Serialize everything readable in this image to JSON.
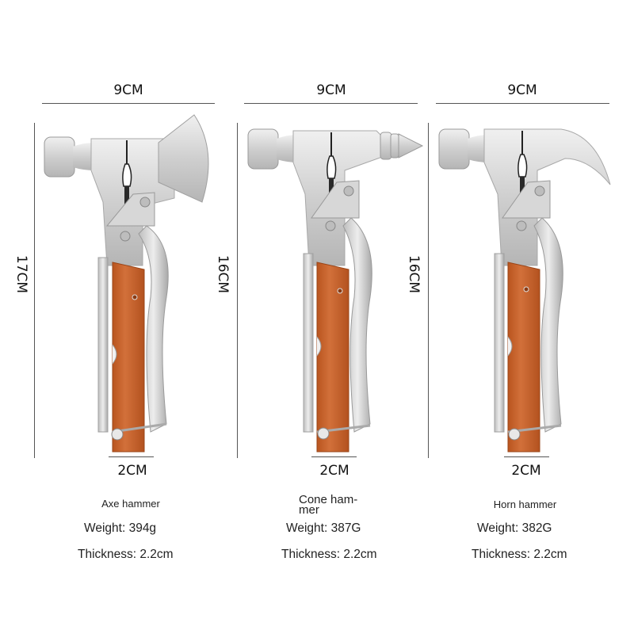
{
  "products": [
    {
      "id": "axe",
      "width_label": "9CM",
      "height_label": "17CM",
      "handle_width_label": "2CM",
      "name": "Axe hammer",
      "weight": "Weight: 394g",
      "thickness": "Thickness: 2.2cm",
      "head_type": "axe-blade"
    },
    {
      "id": "cone",
      "width_label": "9CM",
      "height_label": "16CM",
      "handle_width_label": "2CM",
      "name": "Cone ham- mer",
      "weight": "Weight: 387G",
      "thickness": "Thickness: 2.2cm",
      "head_type": "cone-spike"
    },
    {
      "id": "horn",
      "width_label": "9CM",
      "height_label": "16CM",
      "handle_width_label": "2CM",
      "name": "Horn hammer",
      "weight": "Weight: 382G",
      "thickness": "Thickness: 2.2cm",
      "head_type": "claw-horn"
    }
  ],
  "colors": {
    "steel_light": "#e6e6e6",
    "steel_mid": "#c4c4c4",
    "steel_dark": "#8a8a8a",
    "wood": "#c9652c",
    "wood_dark": "#a94e1f",
    "dimension_line": "#555555"
  }
}
